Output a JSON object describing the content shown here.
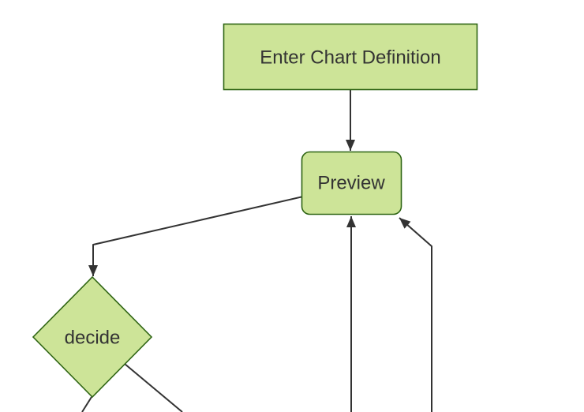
{
  "diagram": {
    "kind": "flowchart",
    "direction": "top-down",
    "nodes": [
      {
        "id": "enter-chart-definition",
        "shape": "rectangle",
        "label": "Enter Chart Definition"
      },
      {
        "id": "preview",
        "shape": "rounded-rectangle",
        "label": "Preview"
      },
      {
        "id": "decide",
        "shape": "diamond",
        "label": "decide"
      }
    ],
    "edges": [
      {
        "from": "enter-chart-definition",
        "to": "preview",
        "arrowhead": true
      },
      {
        "from": "preview",
        "to": "decide",
        "arrowhead": true
      },
      {
        "from": "offscreen-bottom-center",
        "to": "preview",
        "arrowhead": true
      },
      {
        "from": "offscreen-bottom-right",
        "to": "preview",
        "arrowhead": true
      },
      {
        "from": "decide",
        "to": "offscreen-bottom-left",
        "arrowhead": false
      },
      {
        "from": "decide",
        "to": "offscreen-bottom",
        "arrowhead": false
      }
    ],
    "theme": {
      "background": "#ffffff",
      "node_fill": "#cde498",
      "node_border": "#2f6514",
      "edge_color": "#333333",
      "text_color": "#333333"
    }
  }
}
